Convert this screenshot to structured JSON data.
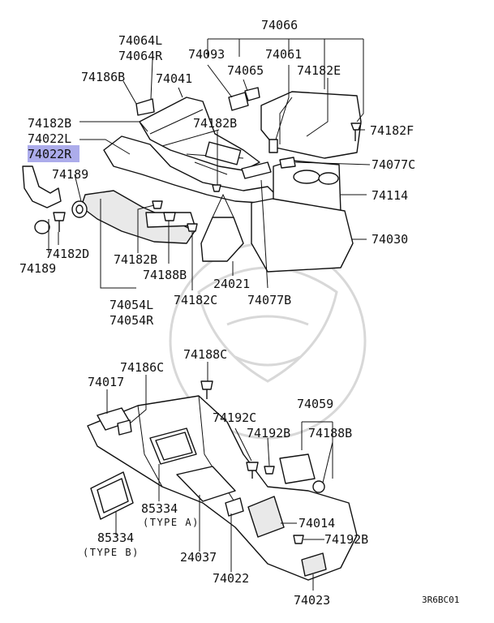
{
  "diagram": {
    "reference_code": "3R6BC01",
    "highlight_color": "#9e9ee8",
    "labels": {
      "p74066": "74066",
      "p74064L": "74064L",
      "p74064R": "74064R",
      "p74093": "74093",
      "p74065": "74065",
      "p74061": "74061",
      "p74186B": "74186B",
      "p74041": "74041",
      "p74182E": "74182E",
      "p74182B_a": "74182B",
      "p74182B_b": "74182B",
      "p74022L": "74022L",
      "p74022R": "74022R",
      "p74182F": "74182F",
      "p74077C": "74077C",
      "p74189_a": "74189",
      "p74114": "74114",
      "p74030": "74030",
      "p74182D": "74182D",
      "p74189_b": "74189",
      "p74182B_c": "74182B",
      "p74188B_a": "74188B",
      "p24021": "24021",
      "p74182C": "74182C",
      "p74077B": "74077B",
      "p74054L": "74054L",
      "p74054R": "74054R",
      "p74188C": "74188C",
      "p74017": "74017",
      "p74186C": "74186C",
      "p74059": "74059",
      "p74192C": "74192C",
      "p74192B_a": "74192B",
      "p74188B_b": "74188B",
      "p85334_a": "85334",
      "typeA": "(TYPE A)",
      "p74014": "74014",
      "p74192B_b": "74192B",
      "p85334_b": "85334",
      "typeB": "(TYPE B)",
      "p24037": "24037",
      "p74022": "74022",
      "p74023": "74023"
    }
  }
}
